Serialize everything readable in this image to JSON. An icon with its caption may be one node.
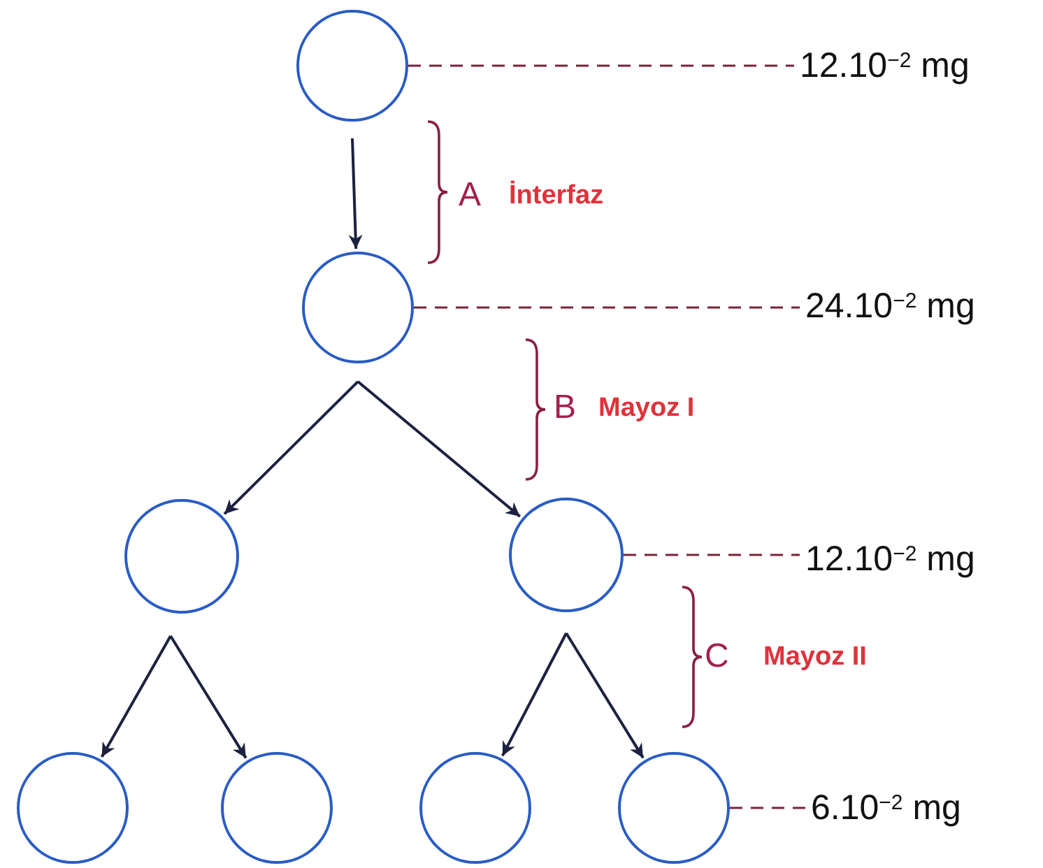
{
  "diagram": {
    "nodes": [
      {
        "text": [],
        "shape": "circle"
      },
      {
        "text": [
          "12.10$^{−2}$ mg"
        ]
      },
      {
        "text": [],
        "shape": "circle"
      },
      {
        "text": [
          "24.10$^{−2}$ mg"
        ]
      },
      {
        "text": [],
        "shape": "circle"
      },
      {
        "text": [],
        "shape": "circle"
      },
      {
        "text": [
          "12.10$^{−2}$ mg"
        ]
      },
      {
        "text": [],
        "shape": "circle"
      },
      {
        "text": [],
        "shape": "circle"
      },
      {
        "text": [],
        "shape": "circle"
      },
      {
        "text": [],
        "shape": "circle"
      },
      {
        "text": [
          "6.10$^{−2}$ mg"
        ]
      }
    ],
    "edges": [
      {
        "from": 0,
        "to": 2,
        "arrow": "to"
      },
      {
        "from": 2,
        "to": 4,
        "arrow": "to"
      },
      {
        "from": 2,
        "to": 5,
        "arrow": "to"
      },
      {
        "from": 4,
        "to": 7,
        "arrow": "to"
      },
      {
        "from": 4,
        "to": 8,
        "arrow": "to"
      },
      {
        "from": 5,
        "to": 9,
        "arrow": "to"
      },
      {
        "from": 5,
        "to": 10,
        "arrow": "to"
      },
      {
        "from": 0,
        "to": 1,
        "arrow": "none",
        "style": "dashed",
        "color": "#7a2338"
      },
      {
        "from": 2,
        "to": 3,
        "arrow": "none",
        "style": "dashed",
        "color": "#7a2338"
      },
      {
        "from": 5,
        "to": 6,
        "arrow": "none",
        "style": "dashed",
        "color": "#7a2338"
      },
      {
        "from": 10,
        "to": 11,
        "arrow": "none",
        "style": "dashed",
        "color": "#7a2338"
      }
    ],
    "labels": [
      "A",
      "İnterfaz",
      "B",
      "Mayoz I",
      "C",
      "Mayoz II"
    ]
  }
}
